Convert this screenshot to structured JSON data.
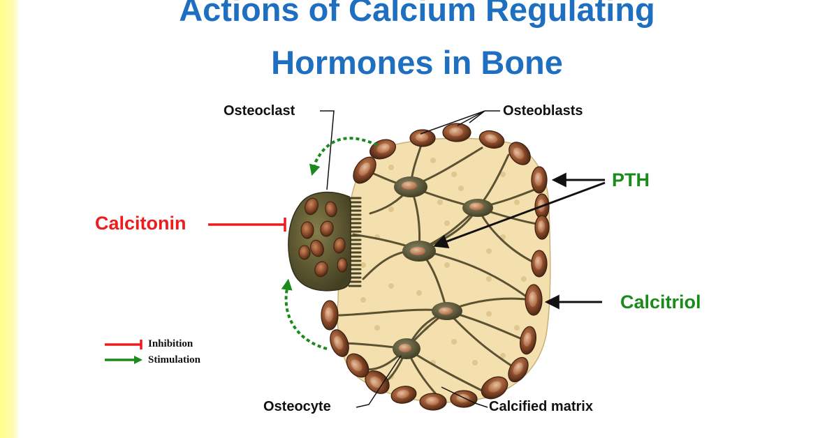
{
  "title": {
    "line1": "Actions of Calcium Regulating",
    "line2": "Hormones in Bone"
  },
  "labels": {
    "osteoclast": "Osteoclast",
    "osteoblasts": "Osteoblasts",
    "osteocyte": "Osteocyte",
    "calcified_matrix": "Calcified matrix"
  },
  "hormones": {
    "pth": "PTH",
    "calcitonin": "Calcitonin",
    "calcitriol": "Calcitriol"
  },
  "legend": {
    "inhibition": "Inhibition",
    "stimulation": "Stimulation"
  },
  "colors": {
    "title": "#1f6fc1",
    "inhibition": "#ee1c1c",
    "stimulation": "#1a8a1a",
    "matrix": "#f6e2b4",
    "cell": "#8b4a2a",
    "osteoclast": "#6b6438"
  }
}
